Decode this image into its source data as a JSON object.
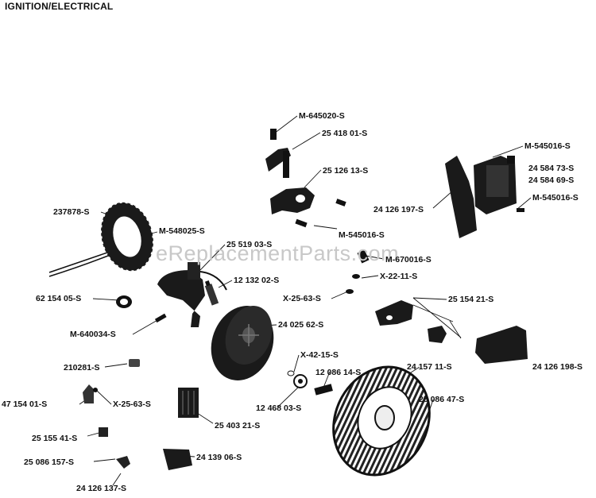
{
  "title": "IGNITION/ELECTRICAL",
  "watermark": "eReplacementParts.com",
  "labels": {
    "m645020s": "M-645020-S",
    "p2541801s": "25 418 01-S",
    "m545016s_top": "M-545016-S",
    "p2458473s": "24 584 73-S",
    "p2458469s": "24 584 69-S",
    "p2412613s": "25 126 13-S",
    "p24126197s": "24 126 197-S",
    "m545016s_right": "M-545016-S",
    "p237878s": "237878-S",
    "m548025s": "M-548025-S",
    "m545016s_mid": "M-545016-S",
    "p2551903s": "25 519 03-S",
    "m670016s": "M-670016-S",
    "p1213202s": "12 132 02-S",
    "x2211s": "X-22-11-S",
    "p6215405s": "62 154 05-S",
    "x2563s_mid": "X-25-63-S",
    "p2515421s": "25 154 21-S",
    "m640034s": "M-640034-S",
    "p2402562s": "24 025 62-S",
    "x4215s": "X-42-15-S",
    "p210281s": "210281-S",
    "p1208614s": "12 086 14-S",
    "p2415711s": "24 157 11-S",
    "p24126198s": "24 126 198-S",
    "p4715401s": "47 154 01-S",
    "x2563s_low": "X-25-63-S",
    "p1246803s": "12 468 03-S",
    "p2508647s": "25 086 47-S",
    "p2540321s": "25 403 21-S",
    "p2515541s": "25 155 41-S",
    "p25086157s": "25 086 157-S",
    "p2413906s": "24 139 06-S",
    "p24126137s": "24 126 137-S"
  }
}
